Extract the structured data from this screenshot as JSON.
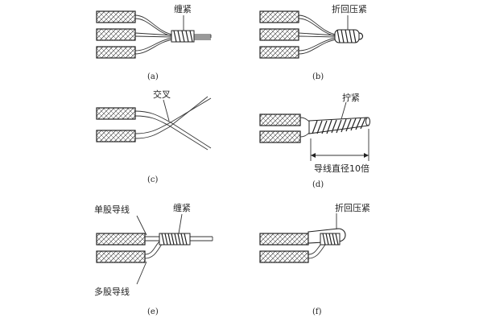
{
  "labels": {
    "a_wrap": "缠紧",
    "b_fold": "折回压紧",
    "c_cross": "交叉",
    "d_twist": "拧紧",
    "d_length": "导线直径10倍",
    "e_single": "单股导线",
    "e_wrap": "缠紧",
    "e_multi": "多股导线",
    "f_fold": "折回压紧"
  },
  "captions": {
    "a": "(a)",
    "b": "(b)",
    "c": "(c)",
    "d": "(d)",
    "e": "(e)",
    "f": "(f)"
  },
  "colors": {
    "ink": "#222222",
    "background": "#ffffff"
  }
}
